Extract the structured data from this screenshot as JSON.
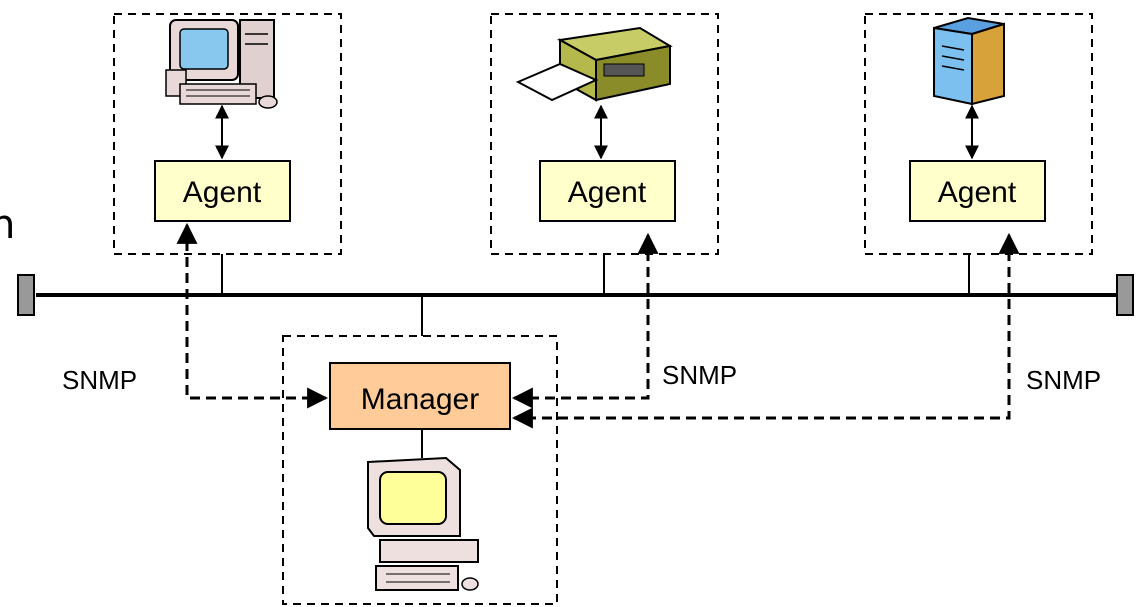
{
  "partial_text": "n",
  "agents": [
    {
      "device": "desktop-computer-icon",
      "label": "Agent"
    },
    {
      "device": "printer-icon",
      "label": "Agent"
    },
    {
      "device": "server-tower-icon",
      "label": "Agent"
    }
  ],
  "manager": {
    "device": "workstation-monitor-icon",
    "label": "Manager"
  },
  "protocol_labels": [
    "SNMP",
    "SNMP",
    "SNMP"
  ],
  "colors": {
    "agent_fill": "#ffffcc",
    "manager_fill": "#ffcc99",
    "line": "#000000"
  }
}
